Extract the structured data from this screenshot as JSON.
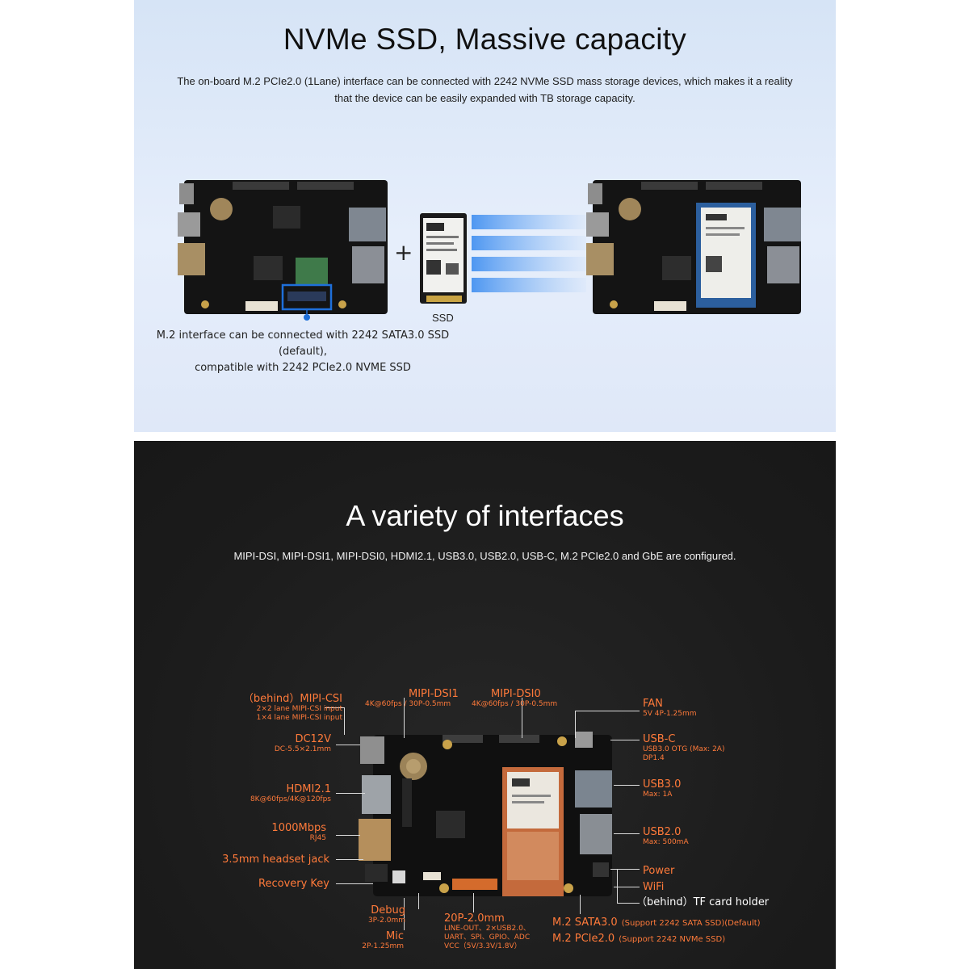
{
  "top_section": {
    "title": "NVMe SSD, Massive capacity",
    "description_line1": "The on-board M.2 PCIe2.0 (1Lane) interface can be connected with 2242 NVMe SSD mass storage devices, which makes it a reality",
    "description_line2": "that the device can be easily expanded with TB storage capacity.",
    "plus_sign": "+",
    "ssd_label": "SSD",
    "m2_note_line1": "M.2 interface can be connected with 2242 SATA3.0 SSD (default),",
    "m2_note_line2": "compatible with 2242 PCIe2.0 NVME SSD",
    "colors": {
      "background": "#dce7f7",
      "highlight": "#1e6fd9"
    }
  },
  "bottom_section": {
    "title": "A variety of interfaces",
    "description": "MIPI-DSI, MIPI-DSI1, MIPI-DSI0, HDMI2.1, USB3.0, USB2.0, USB-C, M.2 PCIe2.0 and GbE are configured.",
    "colors": {
      "background": "#1c1c1c",
      "label": "#ff7a3a"
    },
    "labels": {
      "mipi_csi": {
        "main": "（behind）MIPI-CSI",
        "sub1": "2×2 lane MIPI-CSI  input",
        "sub2": "1×4 lane MIPI-CSI  input"
      },
      "mipi_dsi1": {
        "main": "MIPI-DSI1",
        "sub": "4K@60fps / 30P-0.5mm"
      },
      "mipi_dsi0": {
        "main": "MIPI-DSI0",
        "sub": "4K@60fps / 30P-0.5mm"
      },
      "fan": {
        "main": "FAN",
        "sub": "5V 4P-1.25mm"
      },
      "dc12v": {
        "main": "DC12V",
        "sub": "DC-5.5×2.1mm"
      },
      "usb_c": {
        "main": "USB-C",
        "sub1": "USB3.0 OTG (Max: 2A)",
        "sub2": "DP1.4"
      },
      "hdmi": {
        "main": "HDMI2.1",
        "sub": "8K@60fps/4K@120fps"
      },
      "usb3": {
        "main": "USB3.0",
        "sub": "Max:  1A"
      },
      "gbe": {
        "main": "1000Mbps",
        "sub": "RJ45"
      },
      "usb2": {
        "main": "USB2.0",
        "sub": "Max: 500mA"
      },
      "headset": {
        "main": "3.5mm headset jack"
      },
      "power": {
        "main": "Power"
      },
      "recovery": {
        "main": "Recovery Key"
      },
      "wifi": {
        "main": "WiFi"
      },
      "tf_card": {
        "main": "（behind）TF card holder"
      },
      "debug": {
        "main": "Debug",
        "sub": "3P-2.0mm"
      },
      "gpio": {
        "main": "20P-2.0mm",
        "sub1": "LINE-OUT、2×USB2.0、",
        "sub2": "UART、SPI、GPIO、ADC",
        "sub3": "VCC（5V/3.3V/1.8V）"
      },
      "m2_sata": {
        "main": "M.2 SATA3.0",
        "sub": "(Support 2242 SATA SSD)(Default)"
      },
      "mic": {
        "main": "Mic",
        "sub": "2P-1.25mm"
      },
      "m2_pcie": {
        "main": "M.2 PCIe2.0",
        "sub": "(Support 2242 NVMe SSD)"
      }
    }
  }
}
